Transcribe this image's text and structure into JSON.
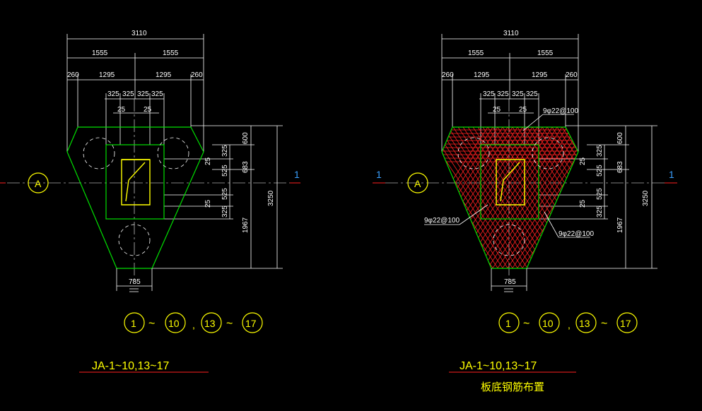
{
  "colors": {
    "background": "#000000",
    "outline": "#00e000",
    "column": "#ffff00",
    "rebar": "#ff2020",
    "dimension": "#ffffff",
    "underline": "#ff2020"
  },
  "left_view": {
    "dims_top": [
      "3110",
      "1555",
      "1555",
      "260",
      "1295",
      "1295",
      "260",
      "325",
      "325",
      "325",
      "325",
      "25",
      "25"
    ],
    "dims_right": [
      "600",
      "683",
      "1967",
      "3250",
      "325",
      "525",
      "525",
      "325"
    ],
    "dims_bottom": [
      "785"
    ],
    "axis_left": "A",
    "axis_right": "1",
    "axis_range": {
      "a": "1",
      "b": "10",
      "c": "13",
      "d": "17",
      "tilde": "~",
      "comma": ","
    },
    "title": "JA-1~10,13~17"
  },
  "right_view": {
    "dims_top": [
      "3110",
      "1555",
      "1555",
      "260",
      "1295",
      "1295",
      "260",
      "325",
      "325",
      "325",
      "325",
      "25",
      "25"
    ],
    "dims_right": [
      "600",
      "683",
      "1967",
      "3250",
      "325",
      "525",
      "525",
      "325"
    ],
    "dims_bottom": [
      "785"
    ],
    "axis_left": "A",
    "axis_left_extra": "1",
    "axis_right": "1",
    "rebar_labels": [
      "9φ22@100",
      "9φ22@100",
      "9φ22@100"
    ],
    "axis_range": {
      "a": "1",
      "b": "10",
      "c": "13",
      "d": "17",
      "tilde": "~",
      "comma": ","
    },
    "title": "JA-1~10,13~17",
    "subtitle": "板底钢筋布置"
  }
}
